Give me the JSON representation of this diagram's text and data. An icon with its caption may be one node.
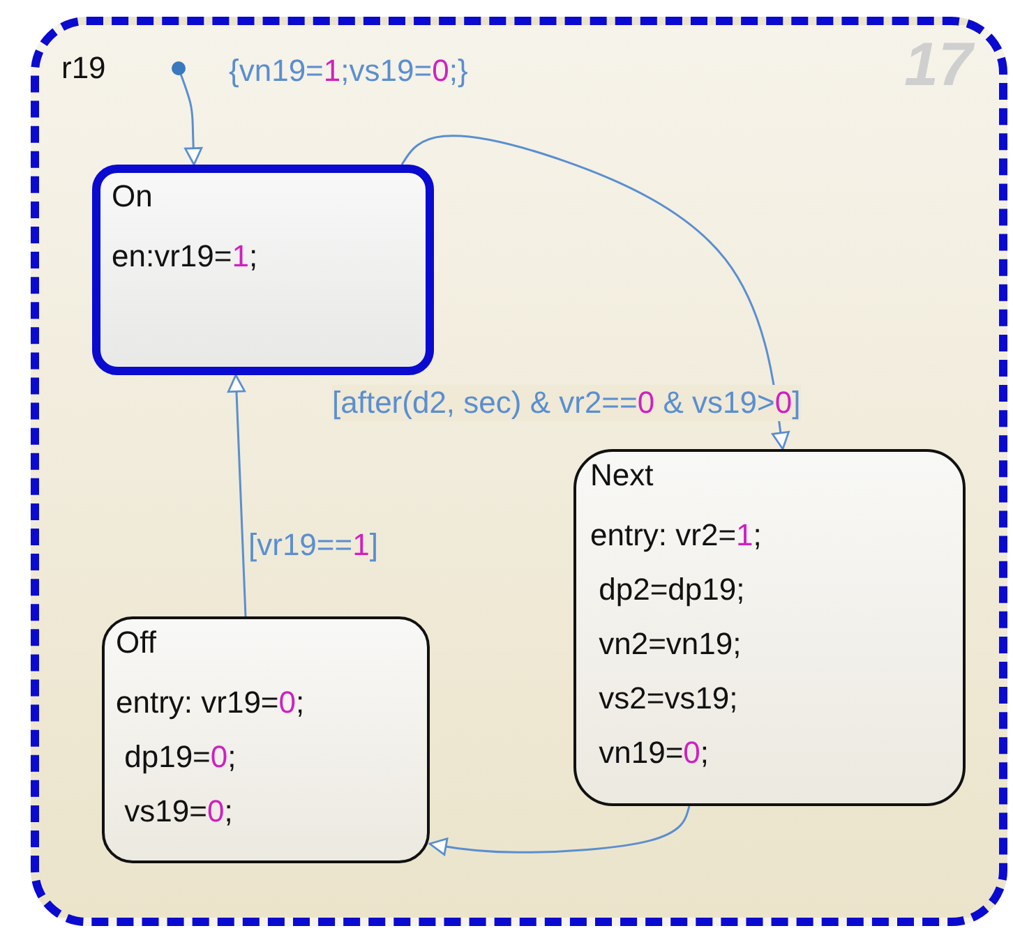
{
  "diagram": {
    "nodes": [
      {
        "text": [
          "r19"
        ]
      },
      {
        "text": [
          "On",
          "en:vr19=1;"
        ],
        "in": 0
      },
      {
        "text": [
          "Next",
          "entry: vr2=1; dp2=dp19; vn2=vn19; vs2=vs19; vn19=0;"
        ],
        "in": 0
      },
      {
        "text": [
          "Off",
          "entry: vr19=0; dp19=0; vs19=0;"
        ],
        "in": 0
      },
      {
        "text": [],
        "shape": "circle",
        "in": 0
      }
    ],
    "edges": [
      {
        "from": 4,
        "to": 1,
        "arrow": "to",
        "label": "{vn19=1;vs19=0;}"
      },
      {
        "from": 1,
        "to": 2,
        "arrow": "to",
        "label": "[after(d2, sec) & vr2==0 & vs19>0]"
      },
      {
        "from": 3,
        "to": 1,
        "arrow": "to",
        "label": "[vr19==1]"
      },
      {
        "from": 2,
        "to": 3,
        "arrow": "to"
      }
    ],
    "labels": [
      "17"
    ]
  }
}
